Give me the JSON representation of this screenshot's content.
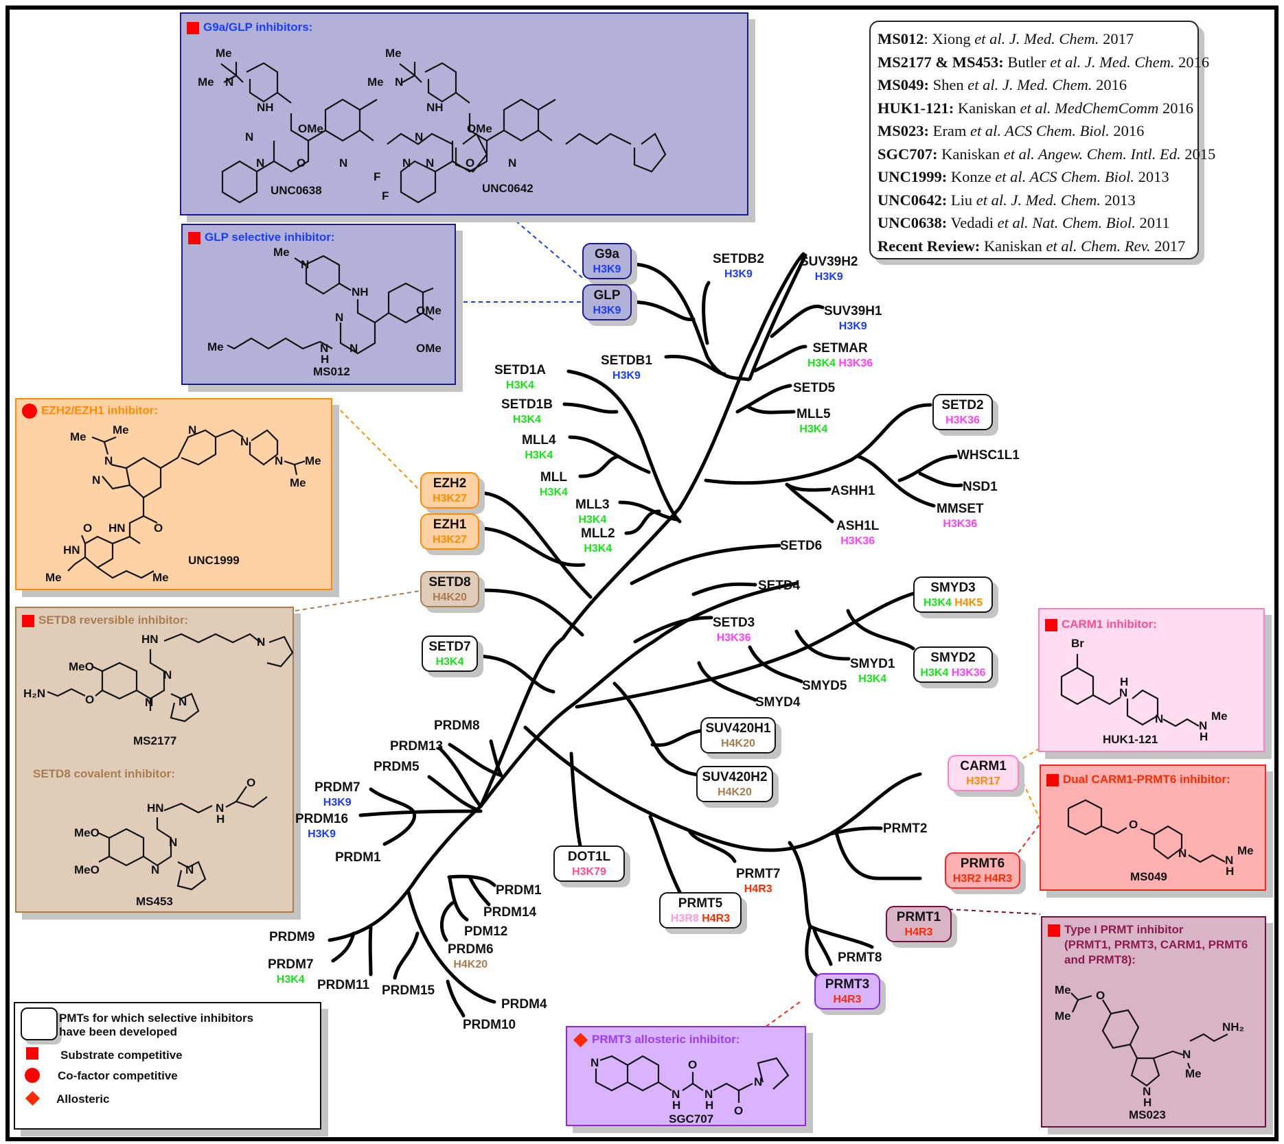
{
  "colors": {
    "h3k9": "#1a3cff",
    "h3k4": "#18e318",
    "h3k36": "#ff40ff",
    "h3k27": "#ff8c00",
    "h4k20": "#a87c4f",
    "h4k5": "#ff8c00",
    "h3k79": "#ff4d94",
    "h3r17": "#ff8c00",
    "h4r3": "#ff2a00",
    "h3r2": "#ff2a00",
    "h3r8": "#ff9ad5",
    "symbol_red": "#ff0000"
  },
  "references": [
    {
      "cmpd": "MS012",
      "sep": ": ",
      "author": "Xiong ",
      "etal": "et al",
      "journal": ". J. Med. Chem.",
      "year": " 2017"
    },
    {
      "cmpd": "MS2177 & MS453:",
      "sep": " ",
      "author": "Butler ",
      "etal": "et al",
      "journal": ". J. Med. Chem.",
      "year": " 2016"
    },
    {
      "cmpd": "MS049:",
      "sep": " ",
      "author": "Shen ",
      "etal": "et al",
      "journal": ". J. Med. Chem.",
      "year": " 2016"
    },
    {
      "cmpd": "HUK1-121:",
      "sep": " ",
      "author": "Kaniskan ",
      "etal": "et al",
      "journal": ". MedChemComm",
      "year": " 2016"
    },
    {
      "cmpd": "MS023:",
      "sep": " ",
      "author": "Eram ",
      "etal": "et al",
      "journal": ". ACS Chem. Biol.",
      "year": " 2016"
    },
    {
      "cmpd": "SGC707:",
      "sep": " ",
      "author": "Kaniskan ",
      "etal": "et al",
      "journal": ". Angew. Chem. Intl. Ed.",
      "year": " 2015"
    },
    {
      "cmpd": "UNC1999:",
      "sep": " ",
      "author": "Konze ",
      "etal": "et al",
      "journal": ". ACS Chem. Biol.",
      "year": " 2013"
    },
    {
      "cmpd": "UNC0642:",
      "sep": " ",
      "author": "Liu ",
      "etal": "et al",
      "journal": ". J. Med. Chem.",
      "year": " 2013"
    },
    {
      "cmpd": "UNC0638:",
      "sep": " ",
      "author": "Vedadi ",
      "etal": "et al",
      "journal": ". Nat. Chem. Biol.",
      "year": " 2011"
    },
    {
      "cmpd": "Recent Review:",
      "sep": " ",
      "author": "Kaniskan ",
      "etal": "et al",
      "journal": ". Chem. Rev.",
      "year": " 2017"
    }
  ],
  "panels": {
    "g9a_glp": {
      "title": "G9a/GLP inhibitors:",
      "symbol": "square",
      "title_color": "#1a3cff",
      "compounds": [
        "UNC0638",
        "UNC0642"
      ],
      "atoms": {
        "me1": "Me",
        "me2": "Me",
        "n1": "N",
        "nh": "NH",
        "ome": "OMe",
        "n2": "N",
        "n3": "N",
        "o": "O",
        "n4": "N",
        "me3": "Me",
        "me4": "Me",
        "n5": "N",
        "nh2": "NH",
        "ome2": "OMe",
        "n6": "N",
        "n7": "N",
        "n8": "N",
        "o2": "O",
        "n9": "N",
        "f1": "F",
        "f2": "F"
      }
    },
    "glp": {
      "title": "GLP selective inhibitor:",
      "symbol": "square",
      "title_color": "#1a3cff",
      "compounds": [
        "MS012"
      ],
      "atoms": {
        "me": "Me",
        "n1": "N",
        "nh": "NH",
        "ome1": "OMe",
        "ome2": "OMe",
        "n2": "N",
        "n3": "N",
        "nh2": "N",
        "h": "H",
        "me2": "Me"
      }
    },
    "ezh": {
      "title": "EZH2/EZH1 inhibitor:",
      "symbol": "circle",
      "title_color": "#ff8c00",
      "compounds": [
        "UNC1999"
      ],
      "atoms": {
        "me1": "Me",
        "me2": "Me",
        "n1": "N",
        "n2": "N",
        "npy": "N",
        "npz1": "N",
        "npz2": "N",
        "me3": "Me",
        "me4": "Me",
        "o1": "O",
        "hn": "HN",
        "o2": "O",
        "hn2": "HN",
        "me5": "Me",
        "me6": "Me"
      }
    },
    "setd8": {
      "title": "SETD8 reversible inhibitor:",
      "title2": "SETD8 covalent inhibitor:",
      "symbol": "square",
      "title_color": "#a87c4f",
      "compounds": [
        "MS2177",
        "MS453"
      ],
      "atoms": {
        "hn1": "HN",
        "meo1": "MeO",
        "h2n": "H₂N",
        "o1": "O",
        "n1": "N",
        "n2": "N",
        "n3": "N",
        "n4": "N",
        "o2": "O",
        "hn2": "HN",
        "n5": "N",
        "h": "H",
        "meo2": "MeO",
        "meo3": "MeO",
        "n6": "N",
        "n7": "N",
        "n8": "N"
      }
    },
    "carm1": {
      "title": "CARM1 inhibitor:",
      "symbol": "square",
      "title_color": "#ff4d94",
      "compounds": [
        "HUK1-121"
      ],
      "atoms": {
        "br": "Br",
        "h": "H",
        "n1": "N",
        "n2": "N",
        "n3": "N",
        "h2": "H",
        "me": "Me"
      }
    },
    "dual": {
      "title": "Dual CARM1-PRMT6 inhibitor:",
      "symbol": "square",
      "title_color": "#ff2a00",
      "compounds": [
        "MS049"
      ],
      "atoms": {
        "o": "O",
        "n1": "N",
        "n2": "N",
        "h": "H",
        "me": "Me"
      }
    },
    "type1": {
      "title": "Type I PRMT inhibitor",
      "title_l2": "(PRMT1, PRMT3, CARM1, PRMT6",
      "title_l3": "and PRMT8):",
      "symbol": "square",
      "title_color": "#8b1a4f",
      "compounds": [
        "MS023"
      ],
      "atoms": {
        "me1": "Me",
        "o": "O",
        "me2": "Me",
        "nh2": "NH₂",
        "n1": "N",
        "me3": "Me",
        "n2": "N",
        "h": "H"
      }
    },
    "prmt3": {
      "title": "PRMT3 allosteric inhibitor:",
      "symbol": "diamond",
      "title_color": "#9b3cff",
      "compounds": [
        "SGC707"
      ],
      "atoms": {
        "n1": "N",
        "o1": "O",
        "n2": "N",
        "h1": "H",
        "n3": "N",
        "h2": "H",
        "n4": "N",
        "o2": "O"
      }
    }
  },
  "legend": {
    "items": [
      {
        "symbol": "rounded-box",
        "label_l1": "PMTs for which  selective inhibitors",
        "label_l2": "have been developed"
      },
      {
        "symbol": "square",
        "label": "Substrate competitive"
      },
      {
        "symbol": "circle",
        "label": "Co-factor competitive"
      },
      {
        "symbol": "diamond",
        "label": "Allosteric"
      }
    ]
  },
  "nodes": [
    {
      "id": "g9a",
      "name": "G9a",
      "marks": [
        {
          "t": "H3K9",
          "c": "h3k9"
        }
      ],
      "boxed": true,
      "fill": "#b2b2d9",
      "stroke": "#1a1a8c"
    },
    {
      "id": "glp",
      "name": "GLP",
      "marks": [
        {
          "t": "H3K9",
          "c": "h3k9"
        }
      ],
      "boxed": true,
      "fill": "#b2b2d9",
      "stroke": "#1a1a8c"
    },
    {
      "id": "setdb2",
      "name": "SETDB2",
      "marks": [
        {
          "t": "H3K9",
          "c": "h3k9"
        }
      ]
    },
    {
      "id": "suv39h2",
      "name": "SUV39H2",
      "marks": [
        {
          "t": "H3K9",
          "c": "h3k9"
        }
      ]
    },
    {
      "id": "suv39h1",
      "name": "SUV39H1",
      "marks": [
        {
          "t": "H3K9",
          "c": "h3k9"
        }
      ]
    },
    {
      "id": "setmar",
      "name": "SETMAR",
      "marks": [
        {
          "t": "H3K4",
          "c": "h3k4"
        },
        {
          "t": "H3K36",
          "c": "h3k36"
        }
      ]
    },
    {
      "id": "setdb1",
      "name": "SETDB1",
      "marks": [
        {
          "t": "H3K9",
          "c": "h3k9"
        }
      ]
    },
    {
      "id": "setd5",
      "name": "SETD5",
      "marks": []
    },
    {
      "id": "mll5",
      "name": "MLL5",
      "marks": [
        {
          "t": "H3K4",
          "c": "h3k4"
        }
      ]
    },
    {
      "id": "setd1a",
      "name": "SETD1A",
      "marks": [
        {
          "t": "H3K4",
          "c": "h3k4"
        }
      ]
    },
    {
      "id": "setd1b",
      "name": "SETD1B",
      "marks": [
        {
          "t": "H3K4",
          "c": "h3k4"
        }
      ]
    },
    {
      "id": "mll4",
      "name": "MLL4",
      "marks": [
        {
          "t": "H3K4",
          "c": "h3k4"
        }
      ]
    },
    {
      "id": "mll",
      "name": "MLL",
      "marks": [
        {
          "t": "H3K4",
          "c": "h3k4"
        }
      ]
    },
    {
      "id": "mll3",
      "name": "MLL3",
      "marks": [
        {
          "t": "H3K4",
          "c": "h3k4"
        }
      ]
    },
    {
      "id": "mll2",
      "name": "MLL2",
      "marks": [
        {
          "t": "H3K4",
          "c": "h3k4"
        }
      ]
    },
    {
      "id": "setd2",
      "name": "SETD2",
      "marks": [
        {
          "t": "H3K36",
          "c": "h3k36"
        }
      ],
      "boxed": true,
      "fill": "#ffffff",
      "stroke": "#111111"
    },
    {
      "id": "whsc1l1",
      "name": "WHSC1L1",
      "marks": []
    },
    {
      "id": "nsd1",
      "name": "NSD1",
      "marks": []
    },
    {
      "id": "mmset",
      "name": "MMSET",
      "marks": [
        {
          "t": "H3K36",
          "c": "h3k36"
        }
      ]
    },
    {
      "id": "ashh1",
      "name": "ASHH1",
      "marks": []
    },
    {
      "id": "ash1l",
      "name": "ASH1L",
      "marks": [
        {
          "t": "H3K36",
          "c": "h3k36"
        }
      ]
    },
    {
      "id": "ezh2",
      "name": "EZH2",
      "marks": [
        {
          "t": "H3K27",
          "c": "h3k27"
        }
      ],
      "boxed": true,
      "fill": "#ffd2a6",
      "stroke": "#ff8c00"
    },
    {
      "id": "ezh1",
      "name": "EZH1",
      "marks": [
        {
          "t": "H3K27",
          "c": "h3k27"
        }
      ],
      "boxed": true,
      "fill": "#ffd2a6",
      "stroke": "#ff8c00"
    },
    {
      "id": "setd6",
      "name": "SETD6",
      "marks": []
    },
    {
      "id": "setd4",
      "name": "SETD4",
      "marks": []
    },
    {
      "id": "setd8",
      "name": "SETD8",
      "marks": [
        {
          "t": "H4K20",
          "c": "h4k20"
        }
      ],
      "boxed": true,
      "fill": "#e0cdb9",
      "stroke": "#a87c4f"
    },
    {
      "id": "smyd3",
      "name": "SMYD3",
      "marks": [
        {
          "t": "H3K4",
          "c": "h3k4"
        },
        {
          "t": "H4K5",
          "c": "h4k5"
        }
      ],
      "boxed": true,
      "fill": "#ffffff",
      "stroke": "#111111"
    },
    {
      "id": "setd3",
      "name": "SETD3",
      "marks": [
        {
          "t": "H3K36",
          "c": "h3k36"
        }
      ]
    },
    {
      "id": "smyd2",
      "name": "SMYD2",
      "marks": [
        {
          "t": "H3K4",
          "c": "h3k4"
        },
        {
          "t": "H3K36",
          "c": "h3k36"
        }
      ],
      "boxed": true,
      "fill": "#ffffff",
      "stroke": "#111111"
    },
    {
      "id": "setd7",
      "name": "SETD7",
      "marks": [
        {
          "t": "H3K4",
          "c": "h3k4"
        }
      ],
      "boxed": true,
      "fill": "#ffffff",
      "stroke": "#111111"
    },
    {
      "id": "smyd1",
      "name": "SMYD1",
      "marks": [
        {
          "t": "H3K4",
          "c": "h3k4"
        }
      ]
    },
    {
      "id": "smyd5",
      "name": "SMYD5",
      "marks": []
    },
    {
      "id": "smyd4",
      "name": "SMYD4",
      "marks": []
    },
    {
      "id": "suv420h1",
      "name": "SUV420H1",
      "marks": [
        {
          "t": "H4K20",
          "c": "h4k20"
        }
      ],
      "boxed": true,
      "fill": "#ffffff",
      "stroke": "#111111"
    },
    {
      "id": "suv420h2",
      "name": "SUV420H2",
      "marks": [
        {
          "t": "H4K20",
          "c": "h4k20"
        }
      ],
      "boxed": true,
      "fill": "#ffffff",
      "stroke": "#111111"
    },
    {
      "id": "carm1",
      "name": "CARM1",
      "marks": [
        {
          "t": "H3R17",
          "c": "h3r17"
        }
      ],
      "boxed": true,
      "fill": "#ffdcef",
      "stroke": "#ff80c0"
    },
    {
      "id": "prmt2",
      "name": "PRMT2",
      "marks": []
    },
    {
      "id": "prmt6",
      "name": "PRMT6",
      "marks": [
        {
          "t": "H3R2",
          "c": "h3r2"
        },
        {
          "t": "H4R3",
          "c": "h4r3"
        }
      ],
      "boxed": true,
      "fill": "#ffb0b0",
      "stroke": "#ff2020"
    },
    {
      "id": "prmt1",
      "name": "PRMT1",
      "marks": [
        {
          "t": "H4R3",
          "c": "h4r3"
        }
      ],
      "boxed": true,
      "fill": "#d9b3c6",
      "stroke": "#6e0f3c"
    },
    {
      "id": "prmt8",
      "name": "PRMT8",
      "marks": []
    },
    {
      "id": "prmt3",
      "name": "PRMT3",
      "marks": [
        {
          "t": "H4R3",
          "c": "h4r3"
        }
      ],
      "boxed": true,
      "fill": "#d9b3ff",
      "stroke": "#8a2be2"
    },
    {
      "id": "prmt7",
      "name": "PRMT7",
      "marks": [
        {
          "t": "H4R3",
          "c": "h4r3"
        }
      ]
    },
    {
      "id": "prmt5",
      "name": "PRMT5",
      "marks": [
        {
          "t": "H3R8",
          "c": "h3r8"
        },
        {
          "t": "H4R3",
          "c": "h4r3"
        }
      ],
      "boxed": true,
      "fill": "#ffffff",
      "stroke": "#111111"
    },
    {
      "id": "dot1l",
      "name": "DOT1L",
      "marks": [
        {
          "t": "H3K79",
          "c": "h3k79"
        }
      ],
      "boxed": true,
      "fill": "#ffffff",
      "stroke": "#111111"
    },
    {
      "id": "prdm8",
      "name": "PRDM8",
      "marks": []
    },
    {
      "id": "prdm13",
      "name": "PRDM13",
      "marks": []
    },
    {
      "id": "prdm5",
      "name": "PRDM5",
      "marks": []
    },
    {
      "id": "prdm7a",
      "name": "PRDM7",
      "marks": [
        {
          "t": "H3K9",
          "c": "h3k9"
        }
      ]
    },
    {
      "id": "prdm16",
      "name": "PRDM16",
      "marks": [
        {
          "t": "H3K9",
          "c": "h3k9"
        }
      ]
    },
    {
      "id": "prdm1a",
      "name": "PRDM1",
      "marks": []
    },
    {
      "id": "prdm1b",
      "name": "PRDM1",
      "marks": []
    },
    {
      "id": "prdm14",
      "name": "PRDM14",
      "marks": []
    },
    {
      "id": "pdm12",
      "name": "PDM12",
      "marks": []
    },
    {
      "id": "prdm6",
      "name": "PRDM6",
      "marks": [
        {
          "t": "H4K20",
          "c": "h4k20"
        }
      ]
    },
    {
      "id": "prdm9",
      "name": "PRDM9",
      "marks": []
    },
    {
      "id": "prdm7b",
      "name": "PRDM7",
      "marks": [
        {
          "t": "H3K4",
          "c": "h3k4"
        }
      ]
    },
    {
      "id": "prdm11",
      "name": "PRDM11",
      "marks": []
    },
    {
      "id": "prdm15",
      "name": "PRDM15",
      "marks": []
    },
    {
      "id": "prdm4",
      "name": "PRDM4",
      "marks": []
    },
    {
      "id": "prdm10",
      "name": "PRDM10",
      "marks": []
    }
  ]
}
